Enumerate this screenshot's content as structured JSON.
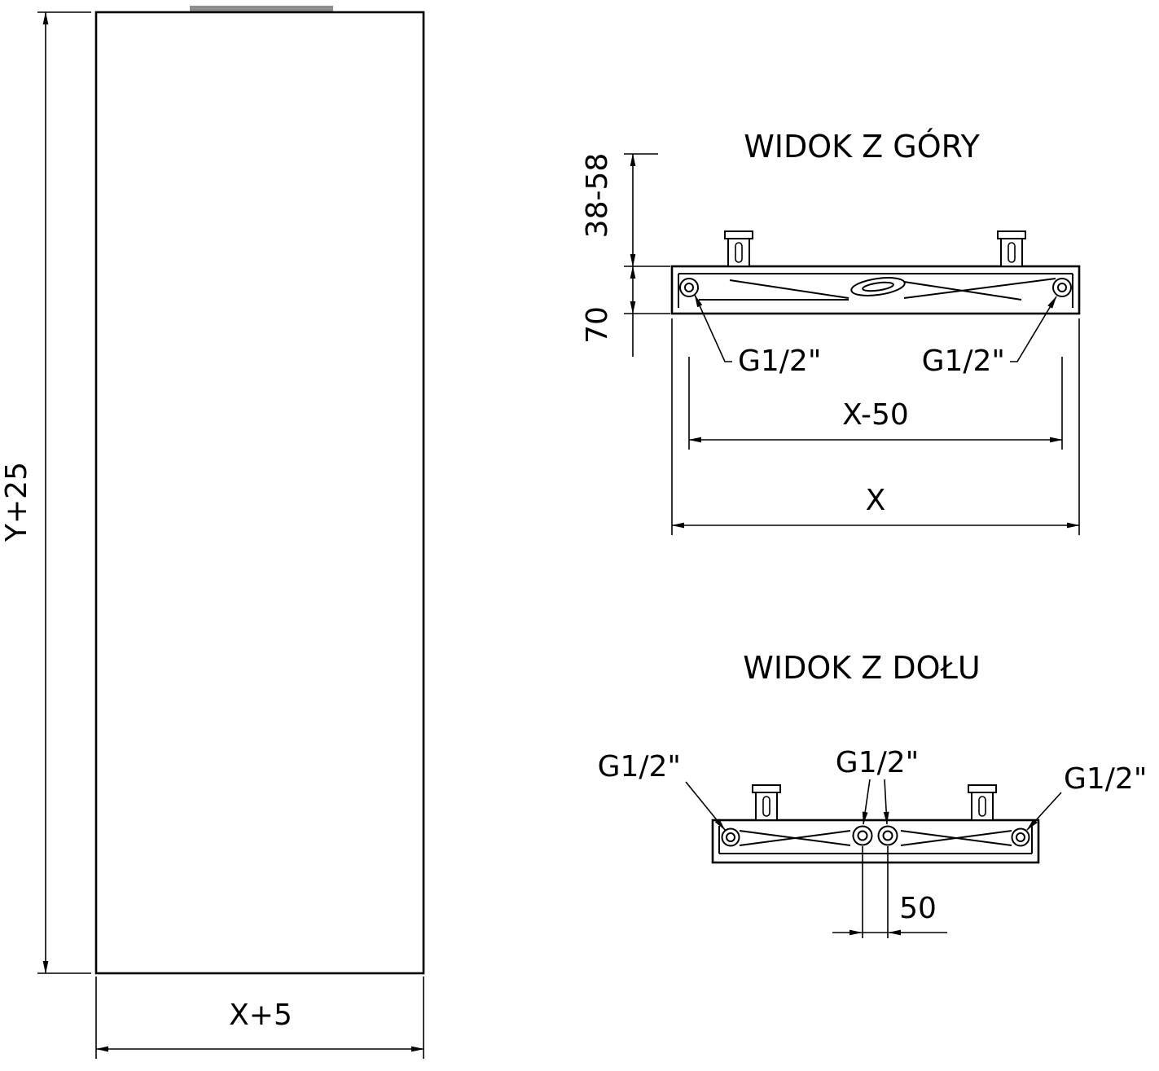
{
  "colors": {
    "line": "#000000",
    "bracket_strip": "#8f8f8f",
    "background": "#ffffff"
  },
  "front_view": {
    "height_dim_label": "Y+25",
    "width_dim_label": "X+5"
  },
  "top_view": {
    "title": "WIDOK Z GÓRY",
    "wall_offset_dim_label": "38-58",
    "depth_dim_label": "70",
    "left_connection_label": "G1/2\"",
    "right_connection_label": "G1/2\"",
    "connection_spacing_dim_label": "X-50",
    "overall_width_dim_label": "X"
  },
  "bottom_view": {
    "title": "WIDOK Z DOŁU",
    "left_connection_label": "G1/2\"",
    "center_connection_label": "G1/2\"",
    "right_connection_label": "G1/2\"",
    "center_spacing_dim_label": "50"
  }
}
